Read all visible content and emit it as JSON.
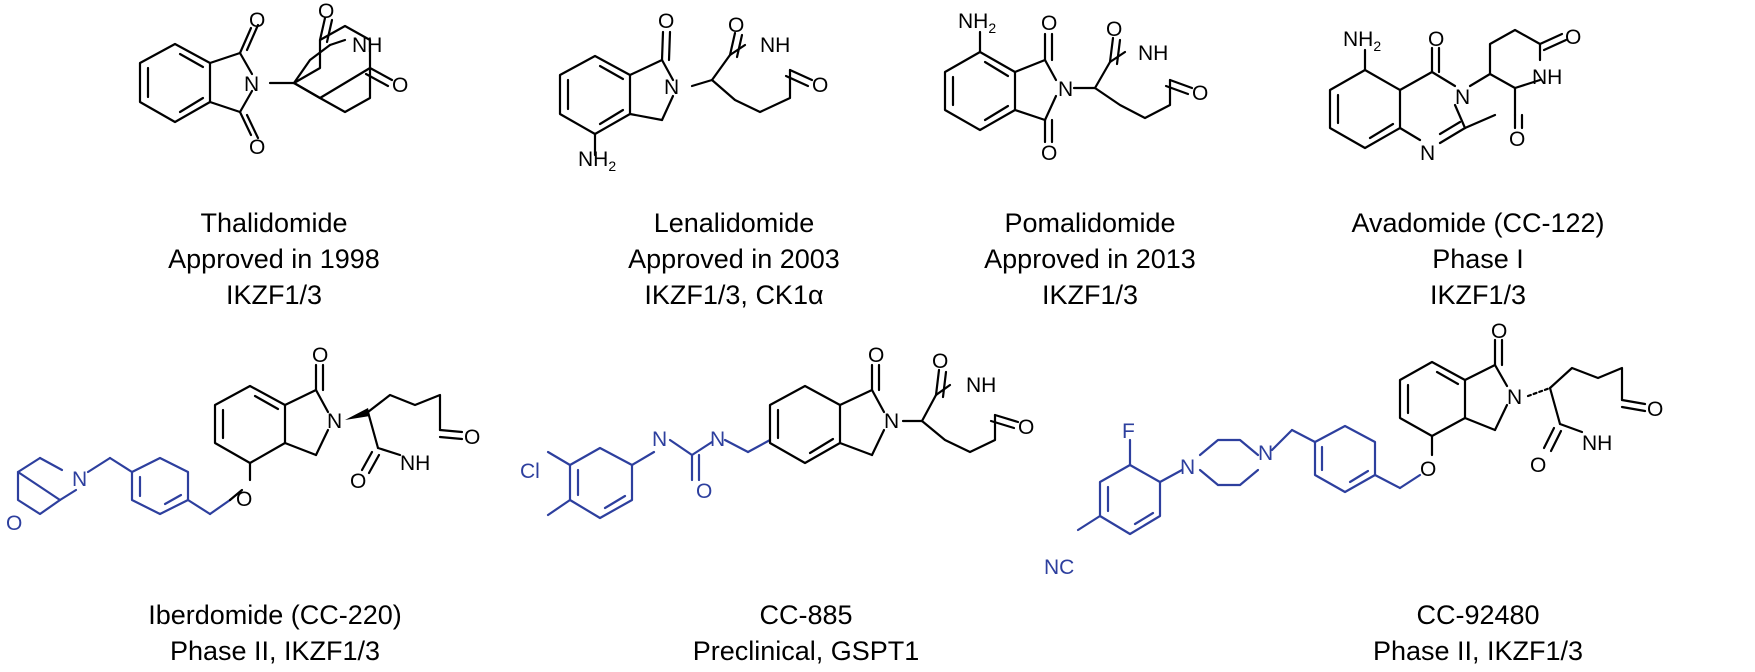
{
  "compounds": [
    {
      "name": "Thalidomide",
      "status": "Approved in 1998",
      "targets": "IKZF1/3"
    },
    {
      "name": "Lenalidomide",
      "status": "Approved in 2003",
      "targets": "IKZF1/3, CK1α"
    },
    {
      "name": "Pomalidomide",
      "status": "Approved in 2013",
      "targets": "IKZF1/3"
    },
    {
      "name": "Avadomide (CC-122)",
      "status": "Phase I",
      "targets": "IKZF1/3"
    },
    {
      "line1": "Iberdomide (CC-220)",
      "line2": "Phase II, IKZF1/3"
    },
    {
      "line1": "CC-885",
      "line2": "Preclinical, GSPT1"
    },
    {
      "line1": "CC-92480",
      "line2": "Phase II, IKZF1/3"
    }
  ],
  "atom_labels": {
    "O": "O",
    "N": "N",
    "NH": "NH",
    "NH2": "NH",
    "sub2": "2",
    "Cl": "Cl",
    "F": "F",
    "NC": "NC"
  },
  "colors": {
    "structure": "#000000",
    "modification": "#2d3f9e",
    "background": "#ffffff"
  }
}
